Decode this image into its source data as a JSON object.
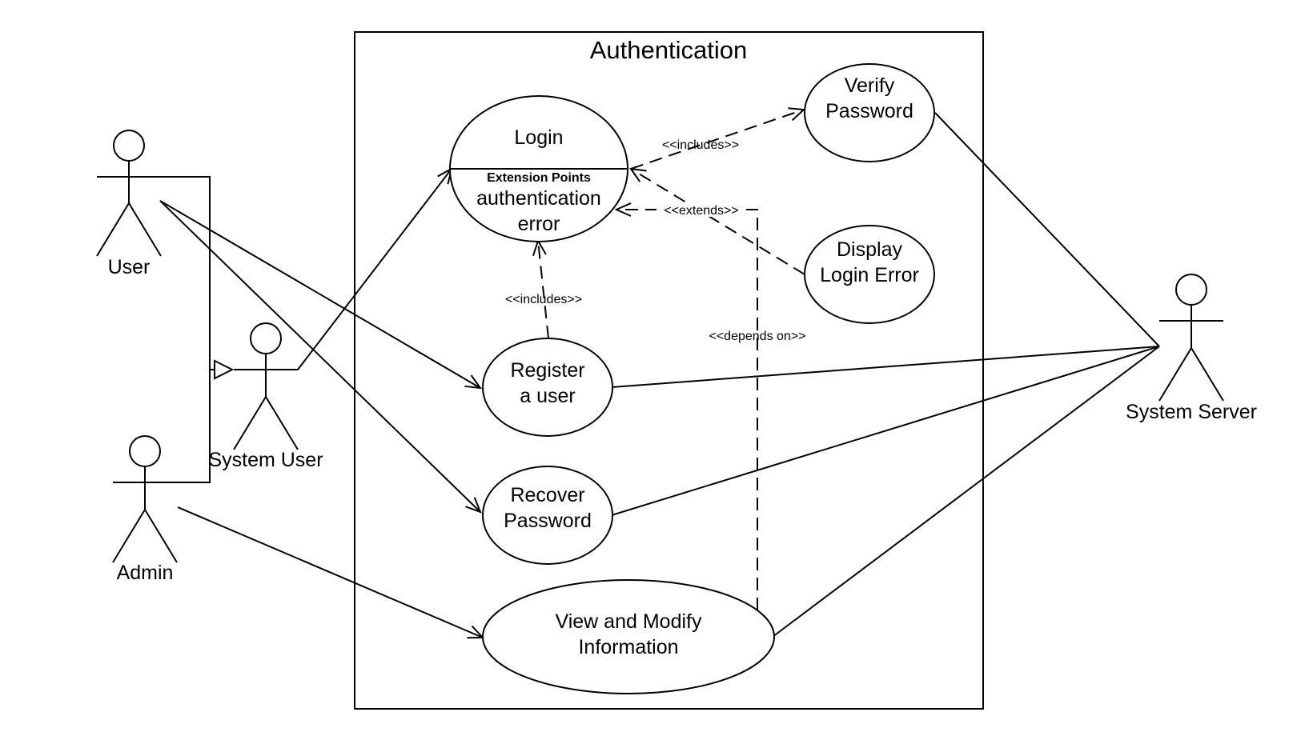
{
  "diagram": {
    "system_boundary": {
      "title": "Authentication"
    },
    "actors": {
      "user": {
        "name": "User"
      },
      "system_user": {
        "name": "System User"
      },
      "admin": {
        "name": "Admin"
      },
      "system_server": {
        "name": "System Server"
      }
    },
    "use_cases": {
      "login": {
        "name": "Login",
        "extension_points_heading": "Extension Points",
        "extension_point_line1": "authentication",
        "extension_point_line2": "error"
      },
      "verify_password": {
        "line1": "Verify",
        "line2": "Password"
      },
      "display_login_error": {
        "line1": "Display",
        "line2": "Login Error"
      },
      "register_user": {
        "line1": "Register",
        "line2": "a user"
      },
      "recover_password": {
        "line1": "Recover",
        "line2": "Password"
      },
      "view_modify_information": {
        "line1": "View and Modify",
        "line2": "Information"
      }
    },
    "relationships": {
      "login_includes_verify": "<<includes>>",
      "display_error_extends_login": "<<extends>>",
      "register_includes_login": "<<includes>>",
      "view_modify_depends_on_login": "<<depends on>>"
    }
  }
}
